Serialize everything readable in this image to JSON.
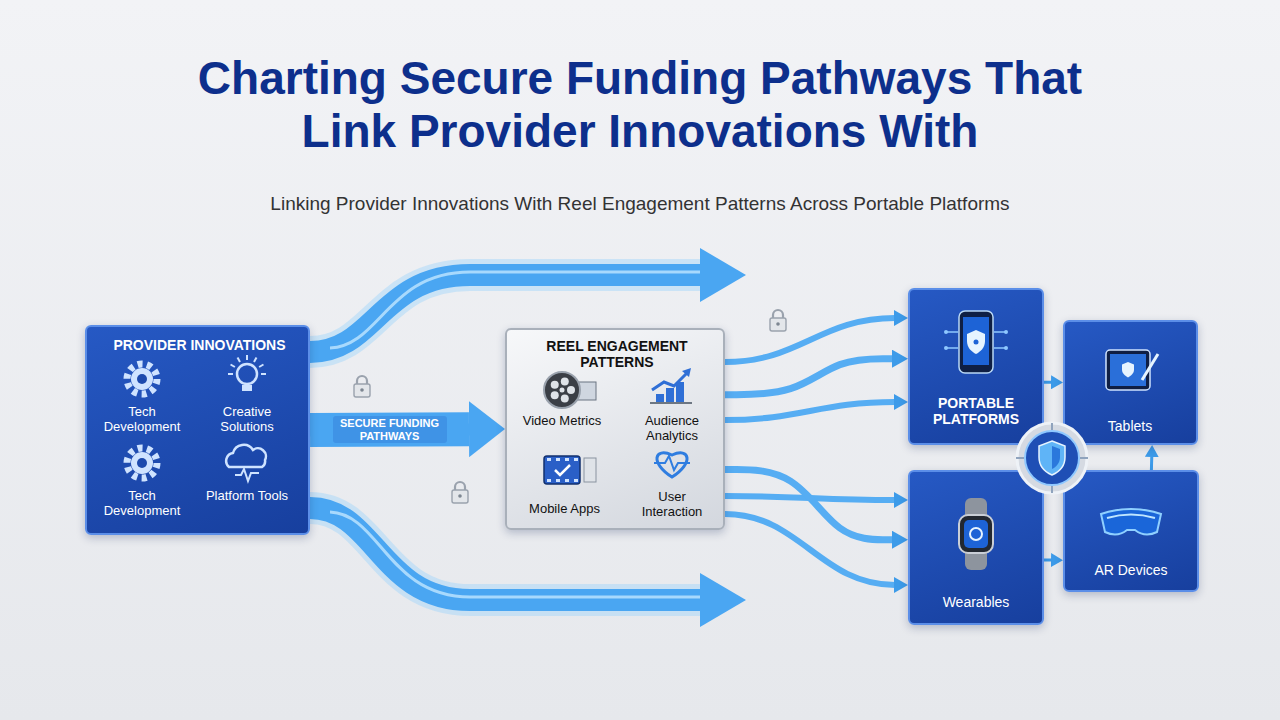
{
  "diagram": {
    "title": "Charting Secure Funding Pathways That Link Provider Innovations With",
    "caption": "Linking Provider Innovations With Reel Engagement Patterns Across Portable Platforms",
    "nodes": [
      {
        "text": [
          "PROVIDER INNOVATIONS",
          "Tech Development",
          "Creative Solutions",
          "Tech Development",
          "Platform Tools"
        ]
      },
      {
        "text": [
          "REEL ENGAGEMENT PATTERNS",
          "Video Metrics",
          "Audience Analytics",
          "Mobile Apps",
          "User Interaction"
        ]
      },
      {
        "text": [
          "PORTABLE PLATFORMS"
        ]
      },
      {
        "text": [
          "Tablets"
        ]
      },
      {
        "text": [
          "Wearables"
        ]
      },
      {
        "text": [
          "AR Devices"
        ]
      }
    ],
    "edges": [
      {
        "from": 0,
        "to": 1,
        "label": "SECURE FUNDING PATHWAYS",
        "arrow": "to"
      },
      {
        "from": 1,
        "to": 2,
        "arrow": "to"
      },
      {
        "from": 1,
        "to": 4,
        "arrow": "to"
      },
      {
        "from": 2,
        "to": 3,
        "arrow": "to"
      },
      {
        "from": 4,
        "to": 5,
        "arrow": "to"
      },
      {
        "from": 5,
        "to": 3,
        "arrow": "to"
      }
    ]
  }
}
